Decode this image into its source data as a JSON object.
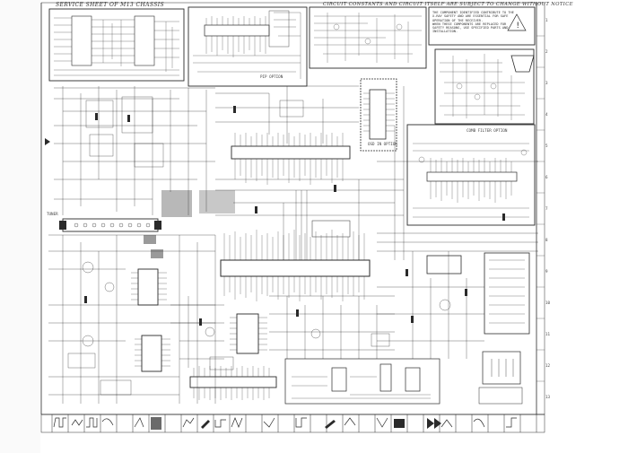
{
  "header": {
    "left_title": "SERVICE SHEET OF M13 CHASSIS",
    "right_title": "CIRCUIT CONSTANTS AND CIRCUIT ITSELF ARE SUBJECT TO CHANGE WITHOUT NOTICE"
  },
  "notice": {
    "lines": [
      "THE COMPONENT IDENTIFIED CONTRIBUTE TO THE",
      "X-RAY SAFETY AND ARE ESSENTIAL FOR SAFE",
      "OPERATION OF THE RECEIVER.",
      "WHEN THESE COMPONENTS ARE REPLACED FOR",
      "SAFETY REASONS, USE SPECIFIED PARTS AND",
      "INSTALLATION."
    ]
  },
  "option_labels": {
    "pip": "PIP OPTION",
    "osd": "OSD IN OPTION",
    "comb": "COMB FILTER OPTION",
    "tuner": "TUNER"
  },
  "row_numbers": [
    "1",
    "2",
    "3",
    "4",
    "5",
    "6",
    "7",
    "8",
    "9",
    "10",
    "11",
    "12",
    "13"
  ],
  "colors": {
    "ink": "#2a2a2a",
    "paper": "#ffffff",
    "shade": "#7a7a7a"
  }
}
